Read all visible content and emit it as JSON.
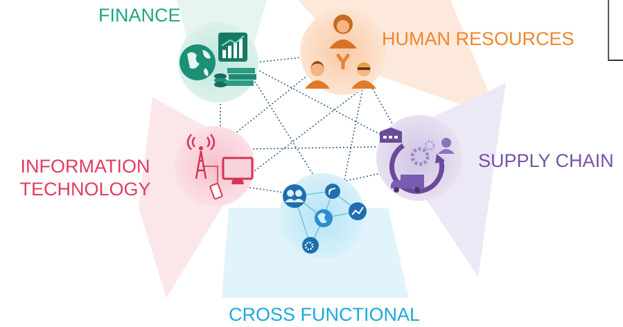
{
  "domains": [
    {
      "id": "finance",
      "label": "FINANCE",
      "color": "#1fa486",
      "icon": "finance-icon"
    },
    {
      "id": "hr",
      "label": "HUMAN RESOURCES",
      "color": "#f0852a",
      "icon": "people-hierarchy-icon"
    },
    {
      "id": "it",
      "label_line1": "INFORMATION",
      "label_line2": "TECHNOLOGY",
      "color": "#e43a5d",
      "icon": "antenna-computer-icon"
    },
    {
      "id": "supply",
      "label": "SUPPLY CHAIN",
      "color": "#7652a8",
      "icon": "warehouse-truck-icon"
    },
    {
      "id": "cross",
      "label": "CROSS FUNCTIONAL",
      "color": "#1aa9dc",
      "icon": "network-icon"
    }
  ]
}
